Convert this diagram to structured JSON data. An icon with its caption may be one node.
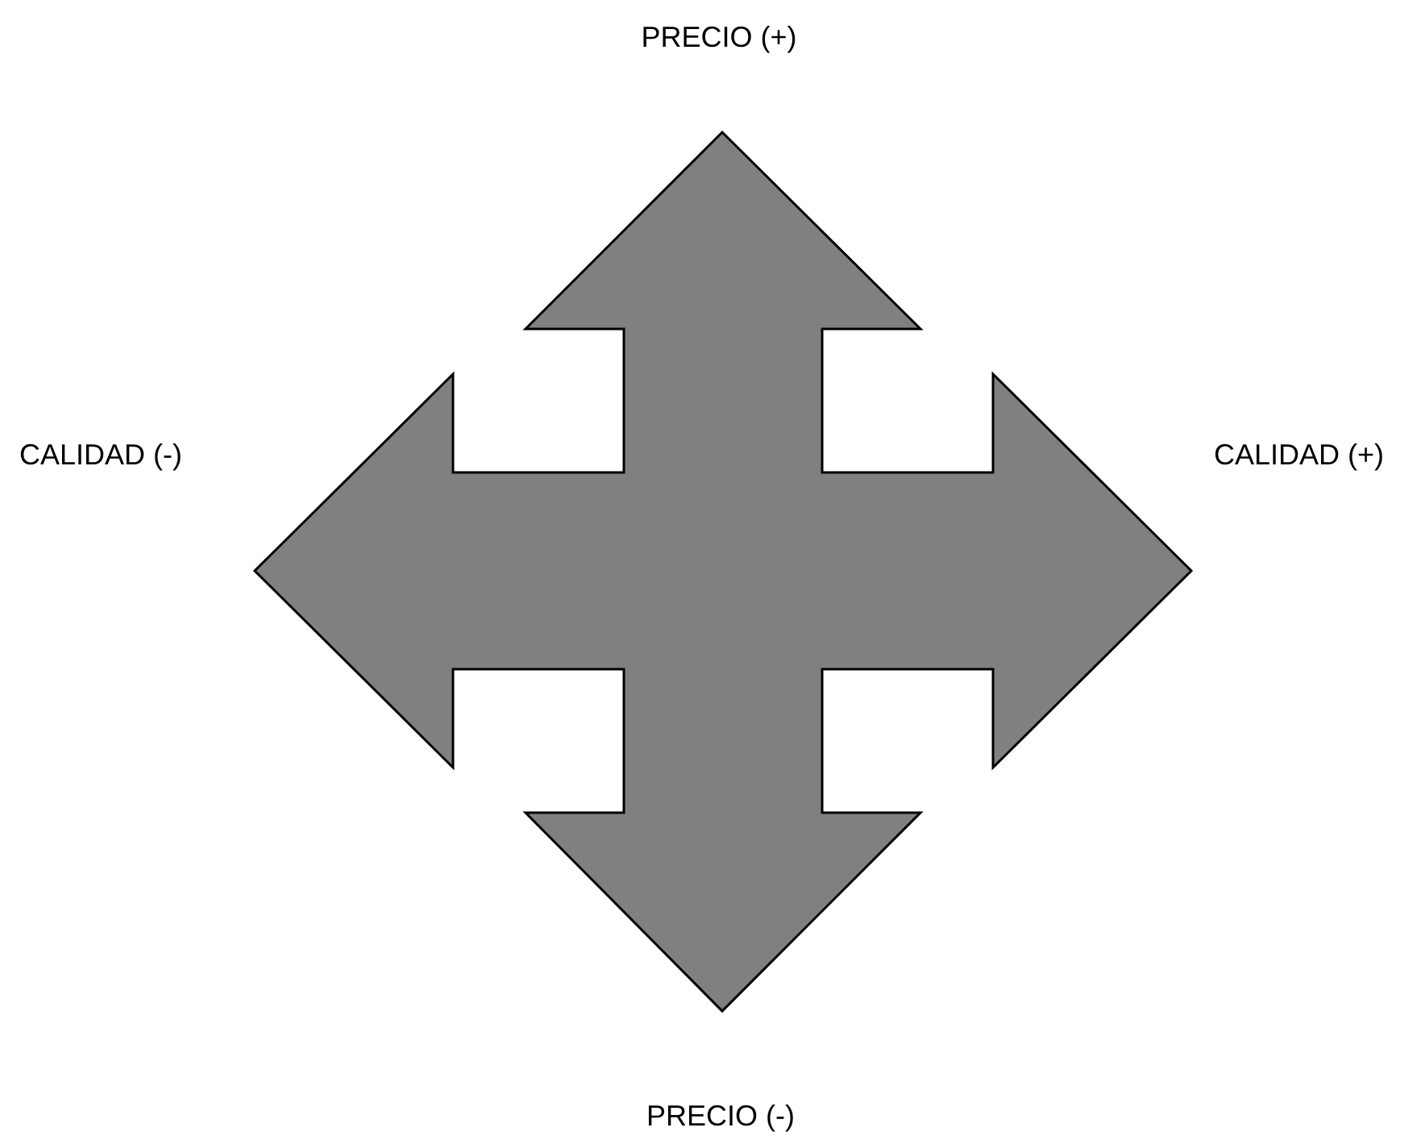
{
  "diagram": {
    "labels": [
      "PRECIO (+)",
      "CALIDAD (-)",
      "CALIDAD (+)",
      "PRECIO (-)"
    ]
  }
}
